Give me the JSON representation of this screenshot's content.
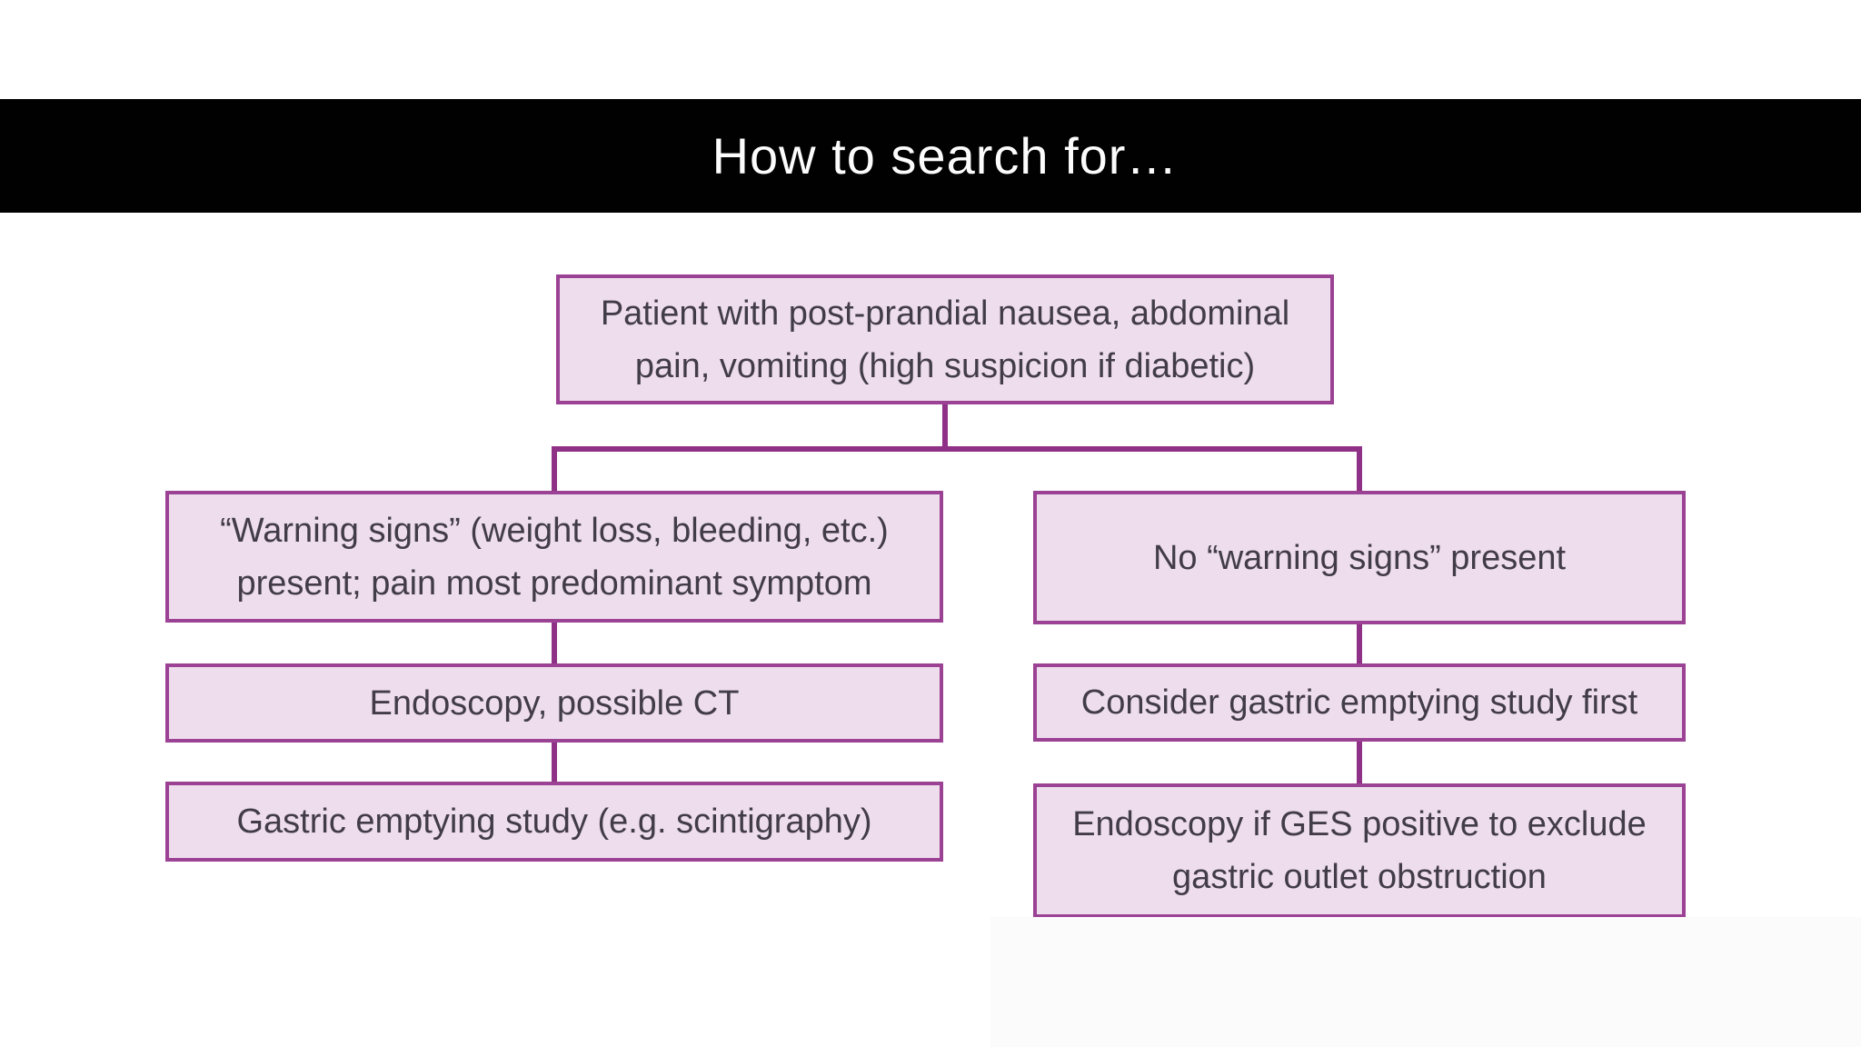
{
  "title_bar": {
    "title": "How to search for…"
  },
  "colors": {
    "bar-bg": "#010101",
    "bar-text": "#fcfcfc",
    "box-fill": "#eeddec",
    "box-border": "#9c4295",
    "connector": "#8f3186",
    "box-text": "#423c49",
    "page-bg": "#ffffff"
  },
  "flowchart": {
    "root": {
      "text": "Patient with post-prandial nausea, abdominal pain, vomiting (high suspicion if diabetic)"
    },
    "left": [
      {
        "text": "“Warning signs” (weight loss, bleeding, etc.) present; pain most predominant symptom"
      },
      {
        "text": "Endoscopy, possible CT"
      },
      {
        "text": "Gastric emptying study (e.g. scintigraphy)"
      }
    ],
    "right": [
      {
        "text": "No “warning signs” present"
      },
      {
        "text": "Consider gastric emptying study first"
      },
      {
        "text": "Endoscopy if GES positive to exclude gastric outlet obstruction"
      }
    ]
  }
}
